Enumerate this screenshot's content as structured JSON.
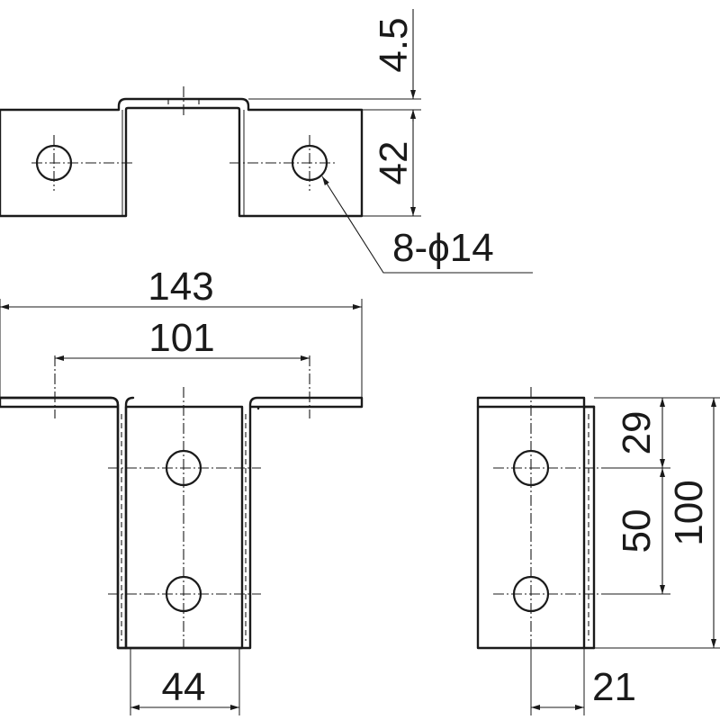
{
  "dimensions": {
    "tab_thickness": "4.5",
    "tab_height": "42",
    "hole_callout": "8-ϕ14",
    "overall_width": "143",
    "hole_spacing_width": "101",
    "inner_width": "44",
    "top_to_hole": "29",
    "hole_pitch": "50",
    "overall_height": "100",
    "side_width": "21"
  }
}
